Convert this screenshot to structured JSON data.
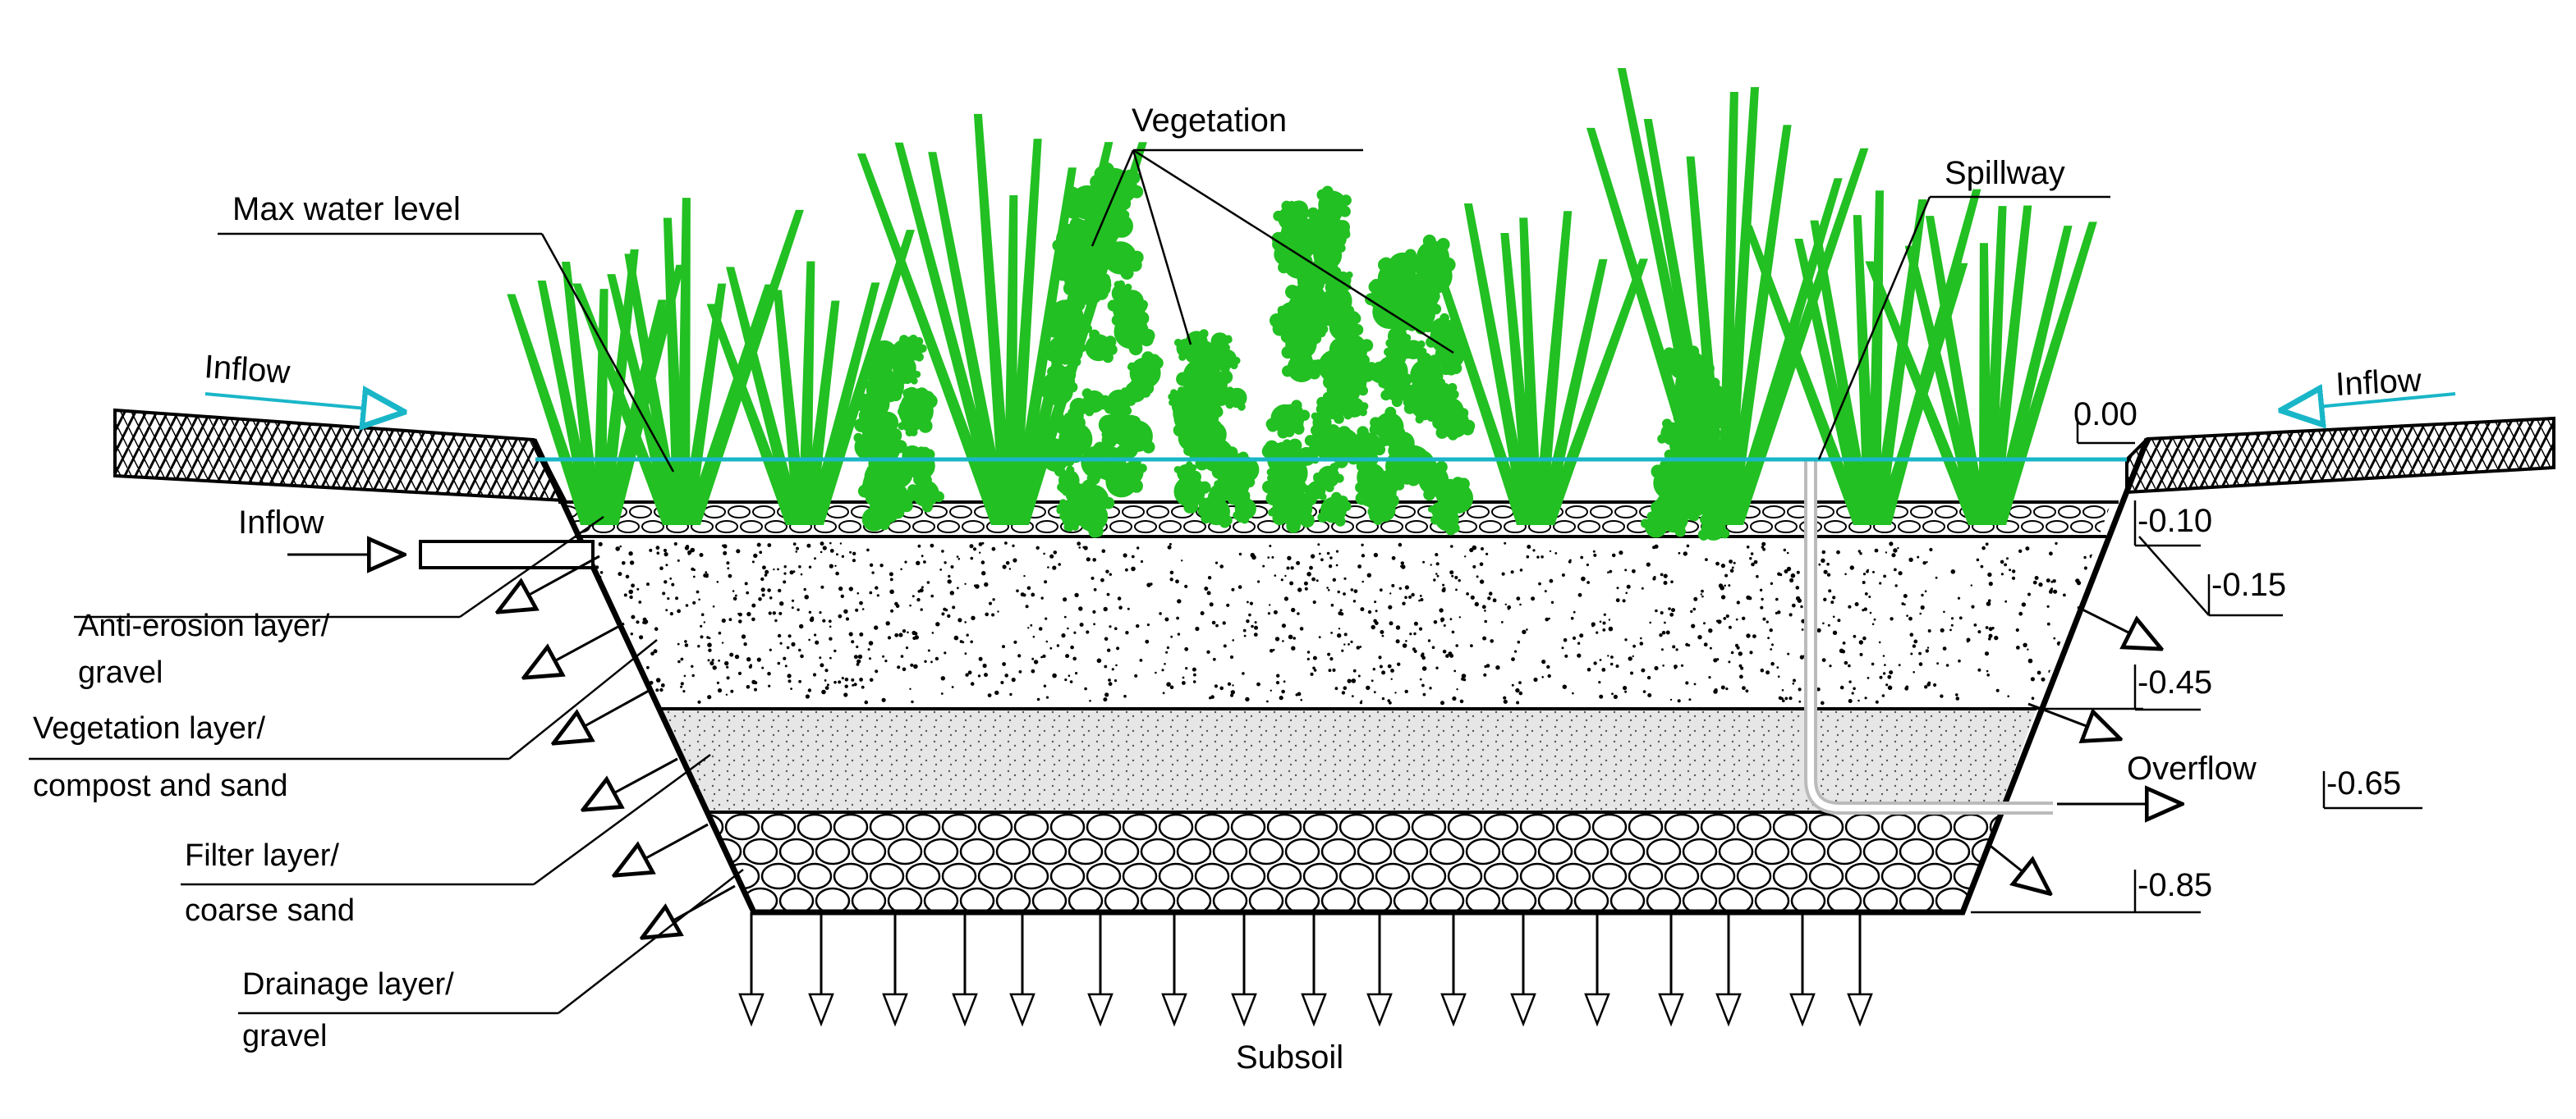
{
  "labels": {
    "vegetation": "Vegetation",
    "max_water_level": "Max water level",
    "spillway": "Spillway",
    "inflow_left_top": "Inflow",
    "inflow_right_top": "Inflow",
    "inflow_pipe": "Inflow",
    "anti_erosion_1": "Anti-erosion layer/",
    "anti_erosion_2": "gravel",
    "vegetation_layer_1": "Vegetation layer/",
    "vegetation_layer_2": "compost and sand",
    "filter_layer_1": "Filter layer/",
    "filter_layer_2": "coarse sand",
    "drainage_layer_1": "Drainage layer/",
    "drainage_layer_2": "gravel",
    "overflow": "Overflow",
    "subsoil": "Subsoil"
  },
  "levels": {
    "l000": "0.00",
    "l010": "-0.10",
    "l015": "-0.15",
    "l045": "-0.45",
    "l065": "-0.65",
    "l085": "-0.85"
  },
  "colors": {
    "water_line": "#19b6c8",
    "vegetation_green": "#22c022",
    "inflow_arrow": "#19b6c8",
    "outline": "#000000",
    "spillway_pipe": "#bbbbbb"
  }
}
